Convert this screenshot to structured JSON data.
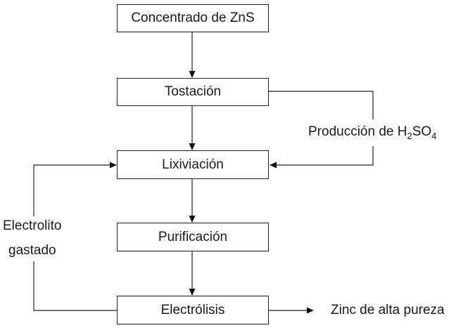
{
  "diagram": {
    "steps": [
      {
        "id": "concentrado",
        "label": "Concentrado de ZnS"
      },
      {
        "id": "tostacion",
        "label": "Tostación"
      },
      {
        "id": "lixiviacion",
        "label": "Lixiviación"
      },
      {
        "id": "purificacion",
        "label": "Purificación"
      },
      {
        "id": "electrolisis",
        "label": "Electrólisis"
      }
    ],
    "side_labels": {
      "acid_production_prefix": "Producción de H",
      "acid_sub_1": "2",
      "acid_mid": "SO",
      "acid_sub_2": "4",
      "spent_electrolyte_line1": "Electrolito",
      "spent_electrolyte_line2": "gastado",
      "product": "Zinc de alta pureza"
    }
  }
}
